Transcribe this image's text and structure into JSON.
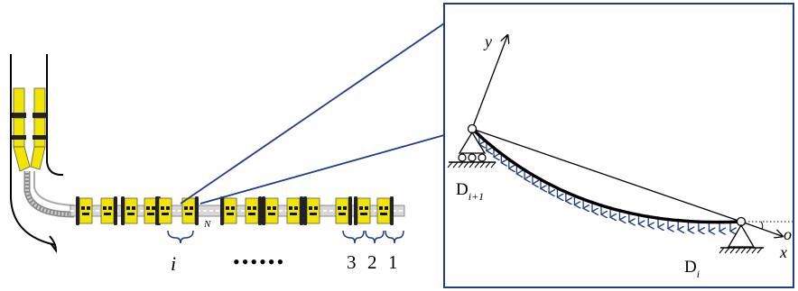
{
  "left_labels": {
    "segment_i": "i",
    "ellipsis": "••••••",
    "num3": "3",
    "num2": "2",
    "num1": "1",
    "small_mark": "N"
  },
  "right_labels": {
    "y_axis": "y",
    "x_axis": "x",
    "origin": "o",
    "node_top": "D",
    "node_top_sub": "i+1",
    "node_bottom": "D",
    "node_bottom_sub": "i"
  },
  "colors": {
    "frame": "#1f3d8c",
    "zoom_lines": "#1f3d8c",
    "load_arrows": "#1f3d8c",
    "tool_yellow": "#f2e600",
    "tool_dark": "#222222",
    "pipe_gray": "#b8b8b8"
  }
}
